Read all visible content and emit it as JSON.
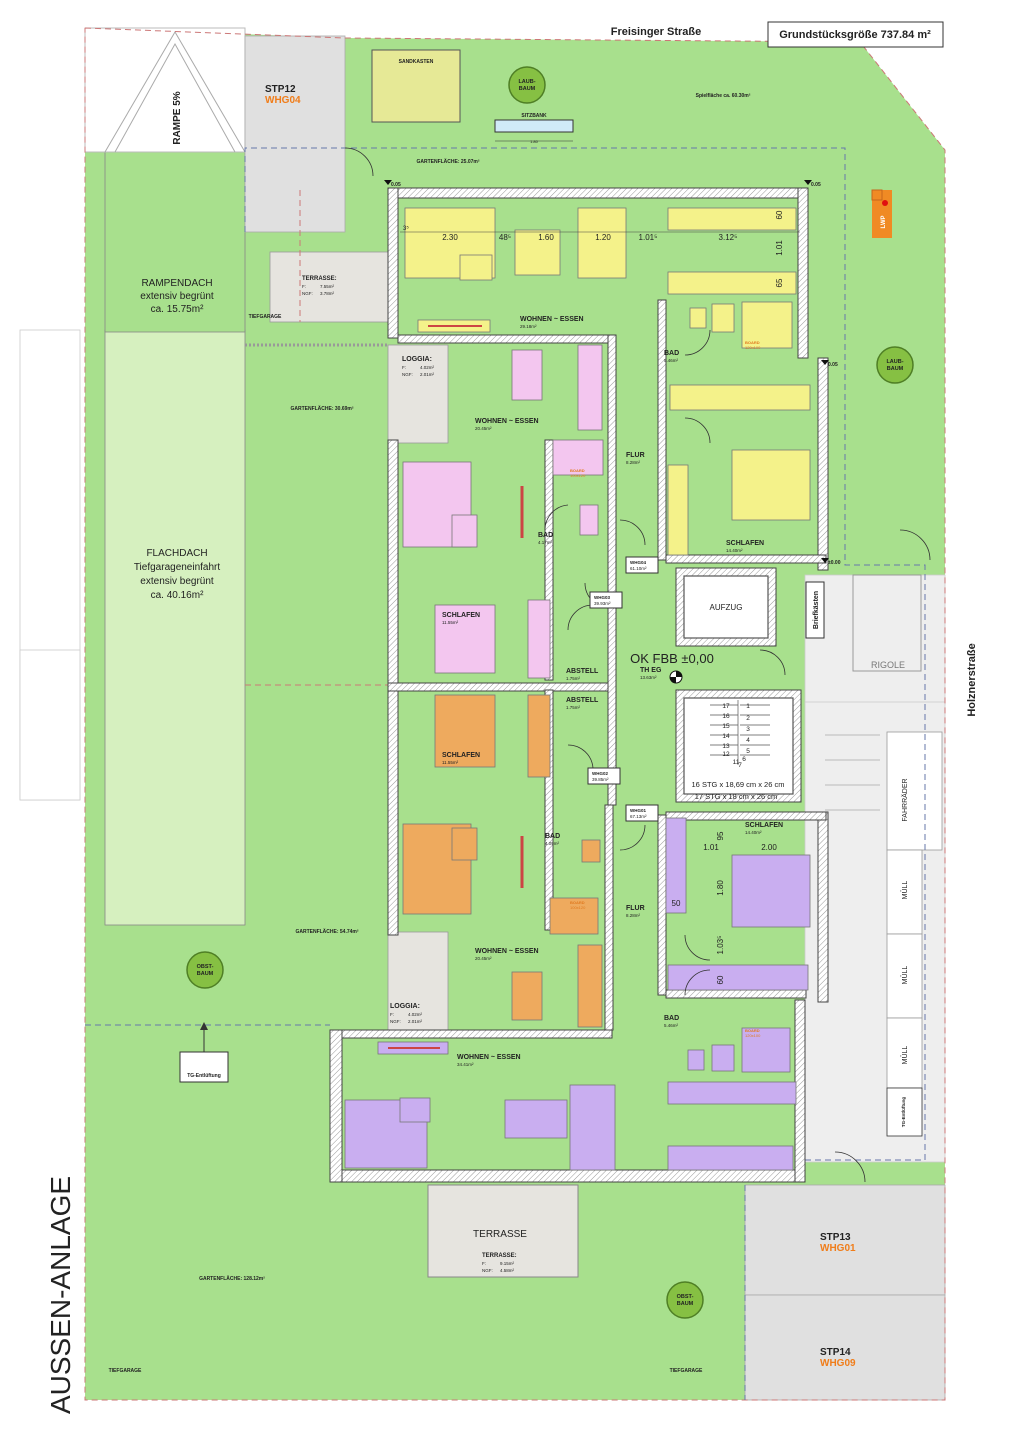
{
  "street_top": "Freisinger Straße",
  "plot_size": "Grundstücksgröße 737.84 m²",
  "street_right": "Holznerstraße",
  "aussen": "AUSSEN-ANLAGE",
  "rampe": "RAMPE 5%",
  "stp12": {
    "a": "STP12",
    "b": "WHG04"
  },
  "stp13": {
    "a": "STP13",
    "b": "WHG01"
  },
  "stp14": {
    "a": "STP14",
    "b": "WHG09"
  },
  "sandkasten": "SANDKASTEN",
  "laubbaum1": [
    "LAUB-",
    "BAUM"
  ],
  "laubbaum2": [
    "LAUB-",
    "BAUM"
  ],
  "obstbaum1": [
    "OBST-",
    "BAUM"
  ],
  "obstbaum2": [
    "OBST-",
    "BAUM"
  ],
  "sitzbank": "SITZBANK",
  "sitzbank_dim": "1.80",
  "spielflaeche": "Spielfläche ca. 60.30m²",
  "garten1": "GARTENFLÄCHE: 25.07m²",
  "garten2": "GARTENFLÄCHE: 30.69m²",
  "garten3": "GARTENFLÄCHE: 54.74m²",
  "garten4": "GARTENFLÄCHE: 128.12m²",
  "rampendach": [
    "RAMPENDACH",
    "extensiv begrünt",
    "ca. 15.75m²"
  ],
  "flachdach": [
    "FLACHDACH",
    "Tiefgarageneinfahrt",
    "extensiv begrünt",
    "ca. 40.16m²"
  ],
  "tiefgarage": "TIEFGARAGE",
  "terrasse_top": {
    "title": "TERRASSE:",
    "f": "F:",
    "fv": "7.55m²",
    "n": "NGF:",
    "nv": "3.78m²"
  },
  "loggia1": {
    "title": "LOGGIA:",
    "f": "F:",
    "fv": "4.02m²",
    "n": "NGF:",
    "nv": "2.01m²"
  },
  "loggia2": {
    "title": "LOGGIA:",
    "f": "F:",
    "fv": "4.02m²",
    "n": "NGF:",
    "nv": "2.01m²"
  },
  "terrasse_bottom": {
    "big": "TERRASSE",
    "title": "TERRASSE:",
    "f": "F:",
    "fv": "9.15m²",
    "n": "NGF:",
    "nv": "4.58m²"
  },
  "dims_top": [
    "3⁵",
    "2.30",
    "48⁵",
    "1.60",
    "1.20",
    "1.01⁵",
    "3.12⁵",
    "60",
    "1.01",
    "65"
  ],
  "level_marks": [
    "0.05",
    "0.05",
    "0.05",
    "±0.00"
  ],
  "lwp": "LWP",
  "rooms": {
    "w4": {
      "name": "WOHNEN ~ ESSEN",
      "area": "29.18m²"
    },
    "w4bad": {
      "name": "BAD",
      "area": "5.46m²"
    },
    "w4flur": {
      "name": "FLUR",
      "area": "8.28m²"
    },
    "w4schl": {
      "name": "SCHLAFEN",
      "area": "14.40m²"
    },
    "w3": {
      "name": "WOHNEN ~ ESSEN",
      "area": "20.45m²"
    },
    "w3bad": {
      "name": "BAD",
      "area": "4.17m²"
    },
    "w3schl": {
      "name": "SCHLAFEN",
      "area": "11.55m²"
    },
    "w3abst": {
      "name": "ABSTELL",
      "area": "1.75m²"
    },
    "w2abst": {
      "name": "ABSTELL",
      "area": "1.75m²"
    },
    "w2schl": {
      "name": "SCHLAFEN",
      "area": "11.55m²"
    },
    "w2bad": {
      "name": "BAD",
      "area": "4.09m²"
    },
    "w2": {
      "name": "WOHNEN ~ ESSEN",
      "area": "20.45m²"
    },
    "th": {
      "name": "TH EG",
      "area": "13.63m²"
    },
    "w1schl": {
      "name": "SCHLAFEN",
      "area": "14.40m²"
    },
    "w1flur": {
      "name": "FLUR",
      "area": "8.28m²"
    },
    "w1bad": {
      "name": "BAD",
      "area": "5.46m²"
    },
    "w1": {
      "name": "WOHNEN ~ ESSEN",
      "area": "34.41m²"
    }
  },
  "board": "BOARD",
  "board_dim": "120x100",
  "board_dim2": "100x120",
  "whg_tags": [
    {
      "a": "WHG04",
      "b": "61.10m²"
    },
    {
      "a": "WHG03",
      "b": "39.93m²"
    },
    {
      "a": "WHG02",
      "b": "39.85m²"
    },
    {
      "a": "WHG01",
      "b": "67.13m²"
    }
  ],
  "aufzug": "AUFZUG",
  "briefkasten": "Briefkästen",
  "rigole": "RIGOLE",
  "okfbb": "OK FBB ±0,00",
  "stairs_nums": [
    "17",
    "16",
    "15",
    "14",
    "13",
    "12",
    "11",
    "1",
    "2",
    "3",
    "4",
    "5",
    "6",
    "7"
  ],
  "stg1": "16 STG x 18,69 cm x 26 cm",
  "stg2": "17 STG x 18 cm x 26 cm",
  "dims_w1": [
    "95",
    "1.01",
    "2.00",
    "1.80",
    "1.03⁵",
    "60",
    "50"
  ],
  "fahrraeder": "FAHRRÄDER",
  "muell": [
    "MÜLL",
    "MÜLL",
    "MÜLL"
  ],
  "tg_entl": "TG-Entlüftung",
  "tg_entl2": "TG-Entlüftung"
}
